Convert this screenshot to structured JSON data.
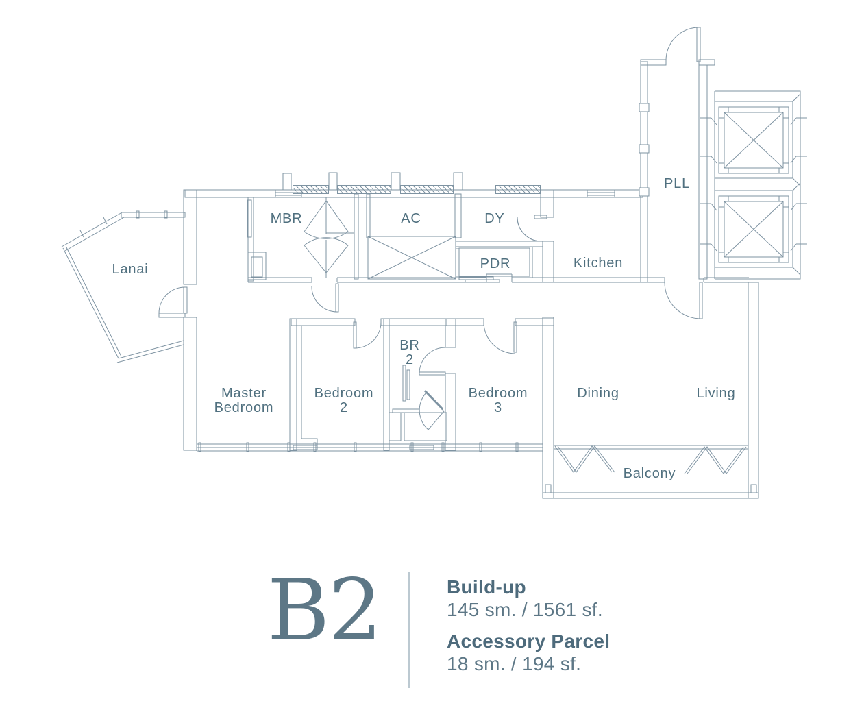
{
  "floor_plan": {
    "rooms": {
      "lanai": {
        "label": "Lanai"
      },
      "mbr": {
        "label": "MBR"
      },
      "ac": {
        "label": "AC"
      },
      "dy": {
        "label": "DY"
      },
      "pdr": {
        "label": "PDR"
      },
      "kitchen": {
        "label": "Kitchen"
      },
      "pll": {
        "label": "PLL"
      },
      "master_bedroom": {
        "line1": "Master",
        "line2": "Bedroom"
      },
      "bedroom_2": {
        "line1": "Bedroom",
        "line2": "2"
      },
      "br_2": {
        "line1": "BR",
        "line2": "2"
      },
      "bedroom_3": {
        "line1": "Bedroom",
        "line2": "3"
      },
      "dining": {
        "label": "Dining"
      },
      "living": {
        "label": "Living"
      },
      "balcony": {
        "label": "Balcony"
      }
    }
  },
  "legend": {
    "unit_code": "B2",
    "build_up": {
      "label": "Build-up",
      "value": "145 sm. / 1561 sf."
    },
    "accessory_parcel": {
      "label": "Accessory Parcel",
      "value": "18 sm. / 194 sf."
    }
  },
  "colors": {
    "line": "#7e93a2",
    "wall_dark": "#5e7a8a",
    "room_text": "#50707f",
    "accent": "#5d7786",
    "divider": "#bcc9d1"
  }
}
